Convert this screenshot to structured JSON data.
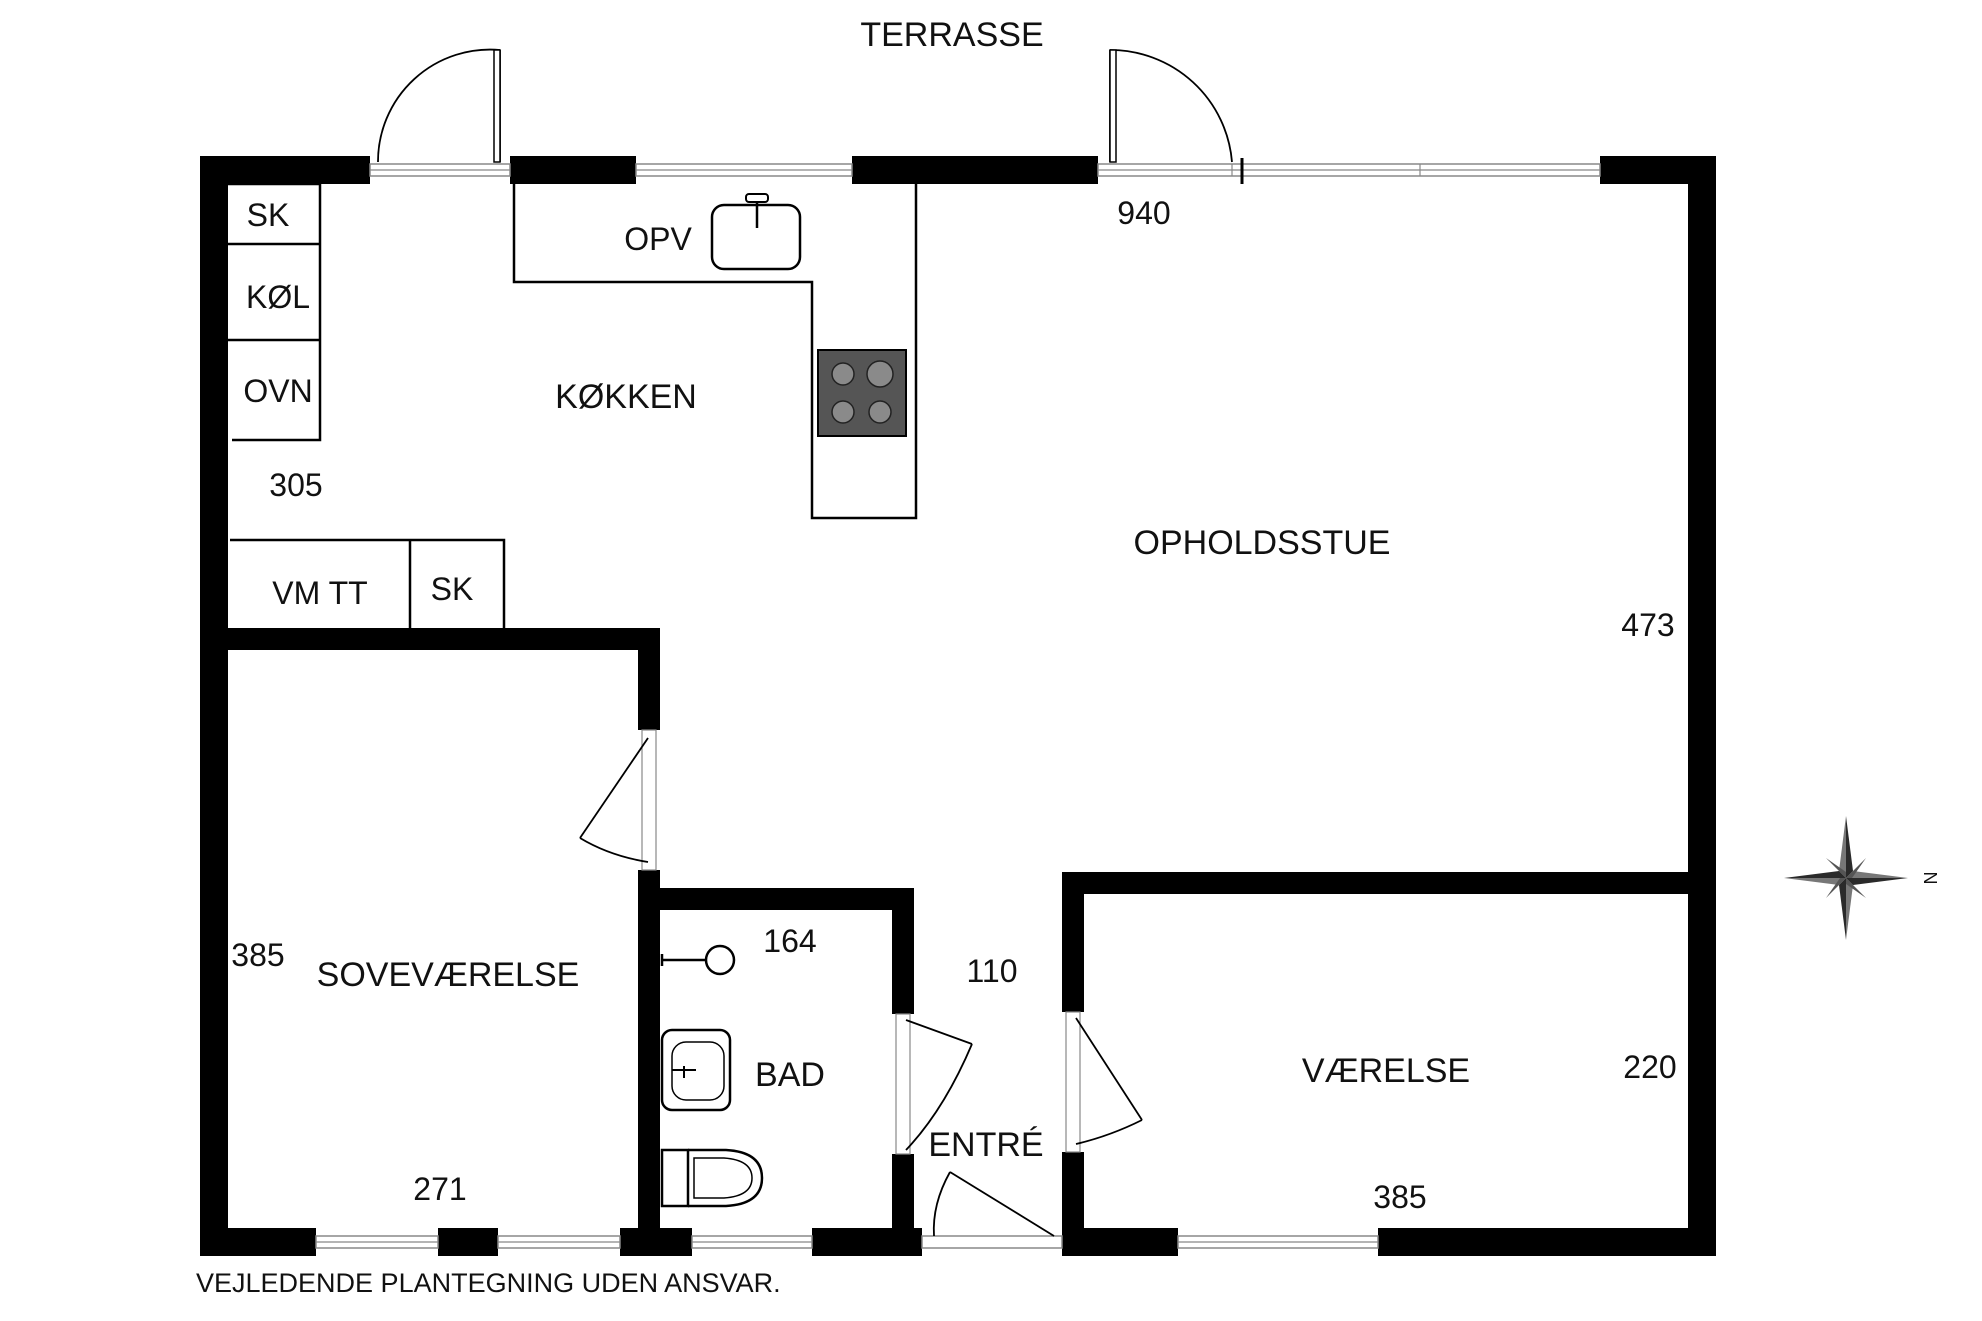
{
  "title": "TERRASSE",
  "disclaimer": "VEJLEDENDE PLANTEGNING UDEN ANSVAR.",
  "rooms": {
    "kitchen": "KØKKEN",
    "living": "OPHOLDSSTUE",
    "bedroom": "SOVEVÆRELSE",
    "bath": "BAD",
    "entry": "ENTRÉ",
    "room": "VÆRELSE"
  },
  "fixtures": {
    "cabinet_top": "SK",
    "fridge": "KØL",
    "oven": "OVN",
    "washer_dryer": "VM TT",
    "cabinet_bottom": "SK",
    "dishwasher": "OPV"
  },
  "dimensions": {
    "total_width": "940",
    "kitchen_depth": "305",
    "living_depth": "473",
    "bedroom_depth": "385",
    "bedroom_width": "271",
    "bath_width": "164",
    "entry_width": "110",
    "room_depth": "220",
    "room_width": "385"
  },
  "compass": {
    "north_label": "N"
  },
  "colors": {
    "wall": "#000000",
    "window": "#888888",
    "stove": "#555555"
  }
}
